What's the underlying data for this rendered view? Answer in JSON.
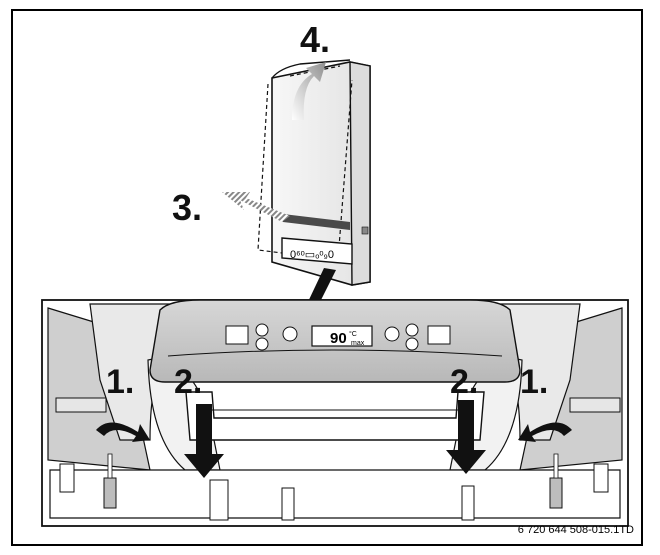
{
  "steps": {
    "step1_left": "1.",
    "step2_left": "2.",
    "step2_right": "2.",
    "step1_right": "1.",
    "step3": "3.",
    "step4": "4."
  },
  "boiler": {
    "panel_code": "0⁶ᵒ▭ₒᵒ₉0"
  },
  "display": {
    "value": "90",
    "unit": "°C",
    "max_label": "max"
  },
  "reference": "6 720 644 508-015.1TD"
}
